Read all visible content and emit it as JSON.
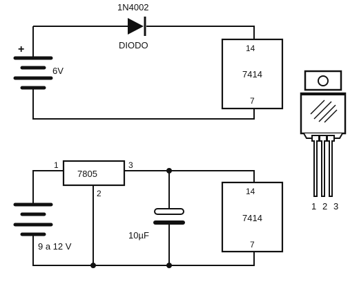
{
  "circuit_top": {
    "diode": {
      "part": "1N4002",
      "label": "DIODO"
    },
    "battery": {
      "polarity": "+",
      "voltage": "6V"
    },
    "ic": {
      "name": "7414",
      "pin_top": "14",
      "pin_bottom": "7"
    }
  },
  "circuit_bottom": {
    "regulator": {
      "name": "7805",
      "pin_in": "1",
      "pin_gnd": "2",
      "pin_out": "3"
    },
    "battery": {
      "voltage": "9 a 12 V"
    },
    "capacitor": {
      "value": "10µF"
    },
    "ic": {
      "name": "7414",
      "pin_top": "14",
      "pin_bottom": "7"
    }
  },
  "package": {
    "pins": [
      "1",
      "2",
      "3"
    ]
  }
}
